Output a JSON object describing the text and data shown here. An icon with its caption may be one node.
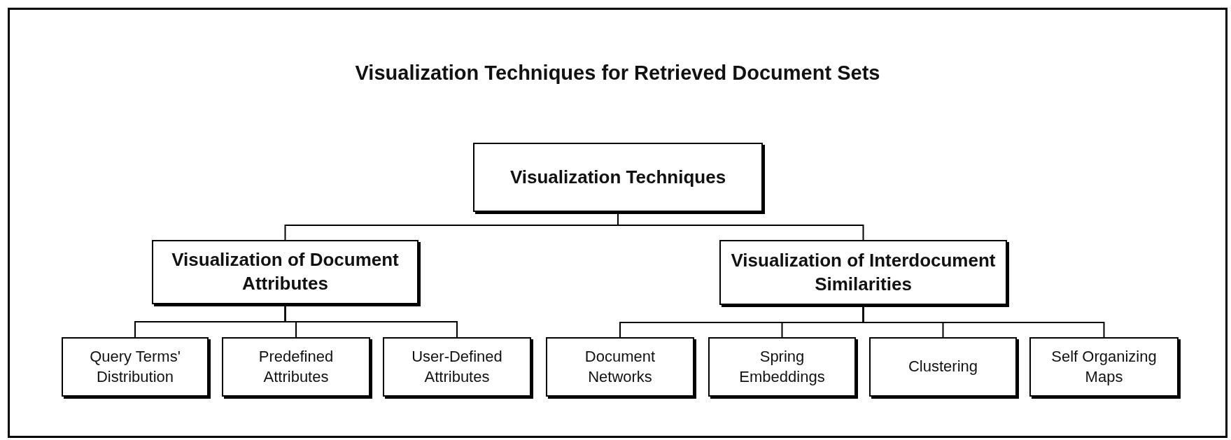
{
  "diagram": {
    "title": "Visualization Techniques for Retrieved Document Sets",
    "nodes": [
      {
        "text": [
          "Visualization Techniques"
        ]
      },
      {
        "text": [
          "Visualization of Document Attributes"
        ]
      },
      {
        "text": [
          "Visualization of Interdocument Similarities"
        ]
      },
      {
        "text": [
          "Query Terms' Distribution"
        ]
      },
      {
        "text": [
          "Predefined Attributes"
        ]
      },
      {
        "text": [
          "User-Defined Attributes"
        ]
      },
      {
        "text": [
          "Document Networks"
        ]
      },
      {
        "text": [
          "Spring Embeddings"
        ]
      },
      {
        "text": [
          "Clustering"
        ]
      },
      {
        "text": [
          "Self Organizing Maps"
        ]
      }
    ],
    "edges": [
      {
        "from": 0,
        "to": 1,
        "arrow": "none"
      },
      {
        "from": 0,
        "to": 2,
        "arrow": "none"
      },
      {
        "from": 1,
        "to": 3,
        "arrow": "none"
      },
      {
        "from": 1,
        "to": 4,
        "arrow": "none"
      },
      {
        "from": 1,
        "to": 5,
        "arrow": "none"
      },
      {
        "from": 2,
        "to": 6,
        "arrow": "none"
      },
      {
        "from": 2,
        "to": 7,
        "arrow": "none"
      },
      {
        "from": 2,
        "to": 8,
        "arrow": "none"
      },
      {
        "from": 2,
        "to": 9,
        "arrow": "none"
      }
    ]
  }
}
